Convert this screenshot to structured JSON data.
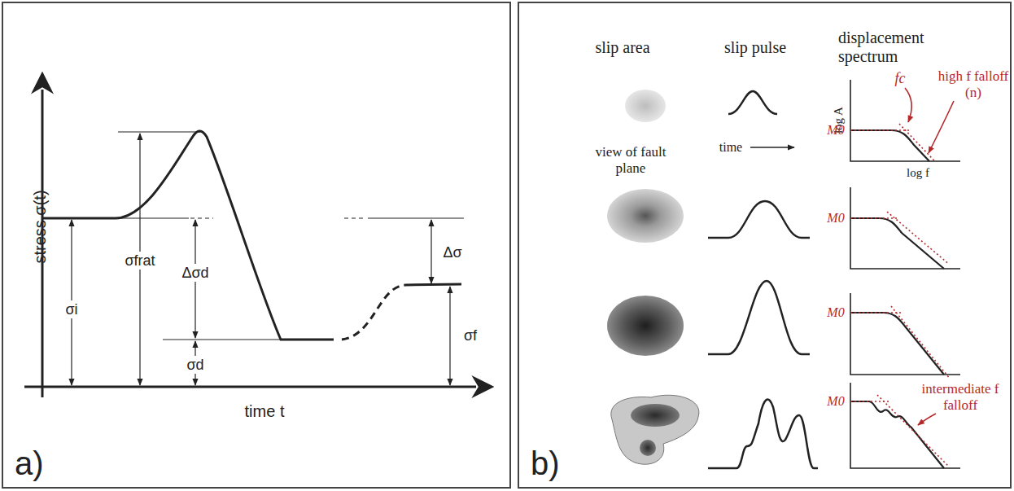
{
  "diagram": {
    "nodes": [
      {
        "text": [
          "a)"
        ]
      },
      {
        "text": [
          "b)"
        ]
      }
    ],
    "labels": [
      "stress σ(t)",
      "time t",
      "σi",
      "σfrat",
      "Δσd",
      "σd",
      "Δσ",
      "σf",
      "slip area",
      "slip pulse",
      "displacement spectrum",
      "view of fault plane",
      "time",
      "log A",
      "log f",
      "fc",
      "high f falloff (n)",
      "M0",
      "M0",
      "M0",
      "M0",
      "intermediate f falloff"
    ]
  }
}
